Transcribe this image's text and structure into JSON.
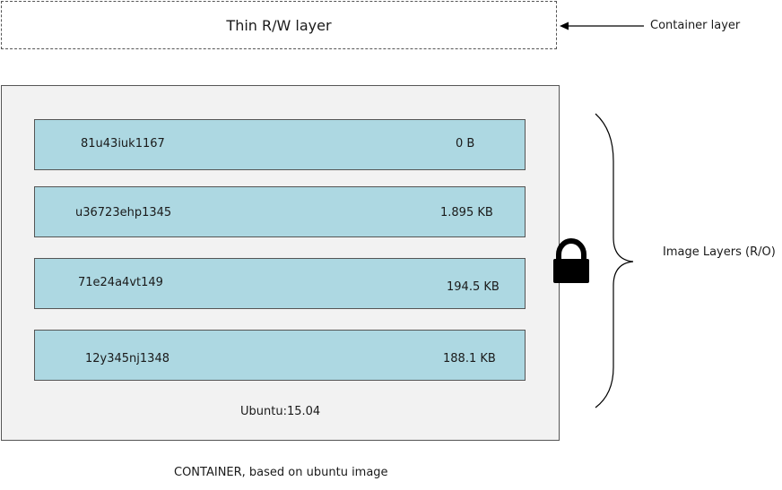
{
  "rw_layer": {
    "label": "Thin R/W layer"
  },
  "container_layer_label": "Container layer",
  "image_layers_label": "Image Layers (R/O)",
  "layers": [
    {
      "id": "81u43iuk1167",
      "size": "0 B"
    },
    {
      "id": "u36723ehp1345",
      "size": "1.895 KB"
    },
    {
      "id": "71e24a4vt149",
      "size": "194.5 KB"
    },
    {
      "id": "12y345nj1348",
      "size": "188.1 KB"
    }
  ],
  "base_image": "Ubuntu:15.04",
  "caption": "CONTAINER, based on ubuntu image",
  "colors": {
    "layer_fill": "#add8e2",
    "container_fill": "#f2f2f2",
    "border": "#555555"
  },
  "icons": [
    "lock-icon",
    "arrow-left-icon",
    "curly-brace-icon"
  ]
}
